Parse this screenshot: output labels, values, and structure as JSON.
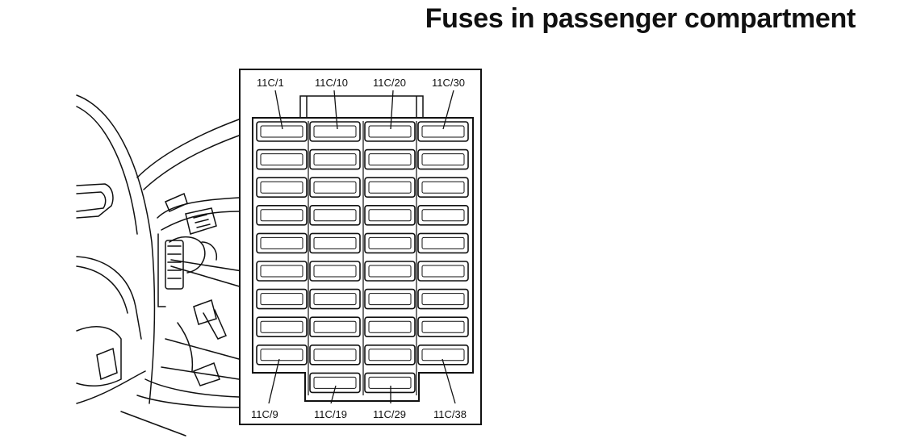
{
  "title": "Fuses in passenger compartment",
  "labels_top": [
    "11C/1",
    "11C/10",
    "11C/20",
    "11C/30"
  ],
  "labels_bottom": [
    "11C/9",
    "11C/19",
    "11C/29",
    "11C/38"
  ],
  "fuse_columns": [
    {
      "name": "column-1",
      "first": "11C/1",
      "last": "11C/9",
      "count": 9
    },
    {
      "name": "column-2",
      "first": "11C/10",
      "last": "11C/19",
      "count": 10
    },
    {
      "name": "column-3",
      "first": "11C/20",
      "last": "11C/29",
      "count": 10
    },
    {
      "name": "column-4",
      "first": "11C/30",
      "last": "11C/38",
      "count": 9
    }
  ]
}
